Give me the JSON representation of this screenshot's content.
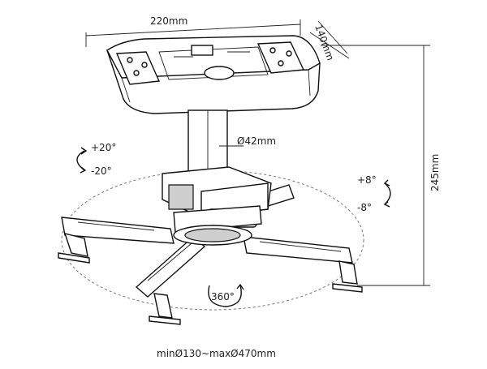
{
  "dimensions": {
    "width": "220mm",
    "depth": "140mm",
    "height": "245mm",
    "tube_diameter": "Ø42mm",
    "arm_range": "minØ130~maxØ470mm"
  },
  "adjustments": {
    "tilt_up": "+20°",
    "tilt_down": "-20°",
    "swivel_plus": "+8°",
    "swivel_minus": "-8°",
    "rotation": "360°"
  },
  "icons": [
    "curved-arrow-icon",
    "rotation-arrow-icon"
  ]
}
